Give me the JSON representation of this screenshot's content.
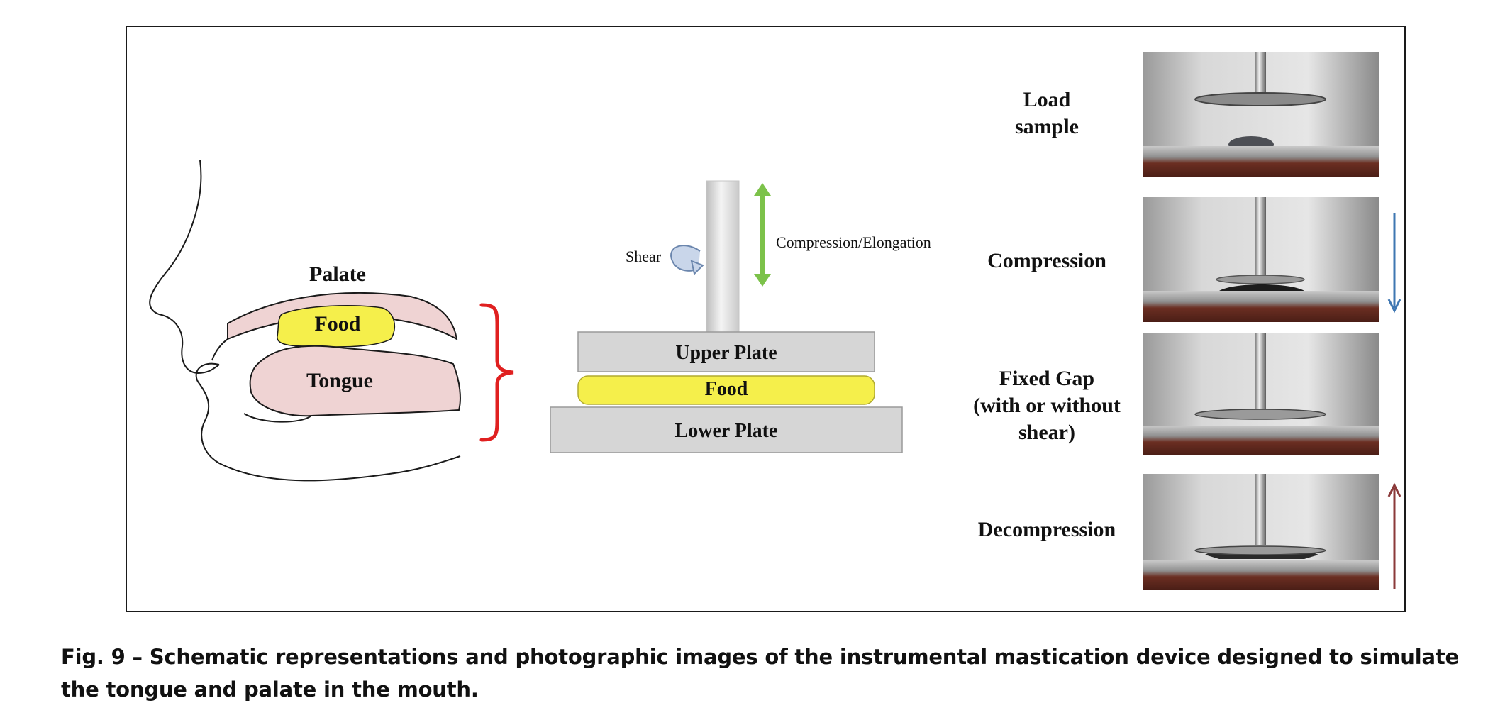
{
  "mouth_diagram": {
    "palate_label": "Palate",
    "food_label": "Food",
    "tongue_label": "Tongue"
  },
  "device_diagram": {
    "shear_label": "Shear",
    "motion_label": "Compression/Elongation",
    "upper_plate_label": "Upper Plate",
    "food_label": "Food",
    "lower_plate_label": "Lower Plate"
  },
  "steps": [
    {
      "label": "Load\nsample"
    },
    {
      "label": "Compression"
    },
    {
      "label": "Fixed Gap\n(with or without\nshear)"
    },
    {
      "label": "Decompression"
    }
  ],
  "caption": "Fig. 9 – Schematic representations and photographic images of the instrumental mastication device designed to simulate the tongue and palate in the mouth.",
  "colors": {
    "food_yellow": "#f5ef4b",
    "tissue_pink": "#efd3d3",
    "brace_red": "#e02020",
    "arrow_green": "#7cc24a",
    "arrow_blue": "#3f77b2",
    "arrow_darkred": "#8b3a3a",
    "plate_gray": "#d6d6d6"
  }
}
